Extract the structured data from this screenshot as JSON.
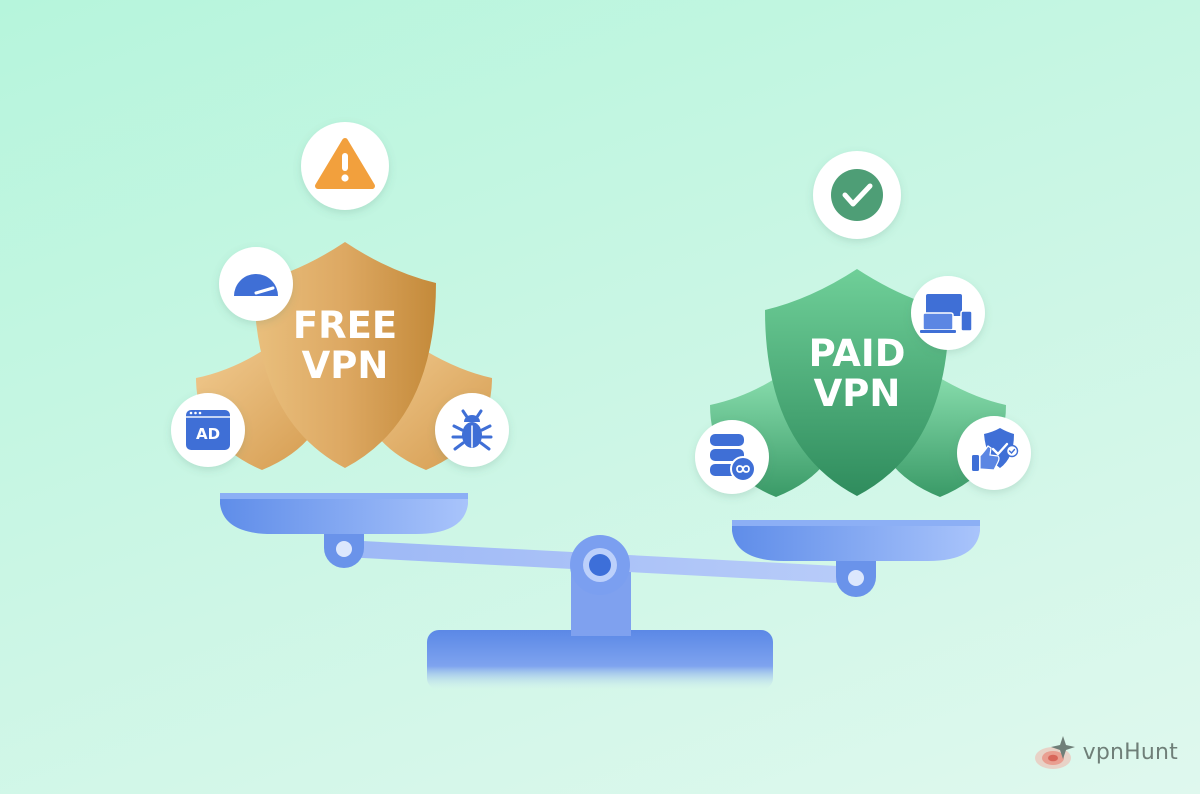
{
  "free_vpn": {
    "line1": "FREE",
    "line2": "VPN",
    "badges": {
      "top": "warning-icon",
      "left_upper": "speedometer-icon",
      "left_lower": "ad-icon",
      "right": "bug-icon"
    },
    "ad_label": "AD"
  },
  "paid_vpn": {
    "line1": "PAID",
    "line2": "VPN",
    "badges": {
      "top": "check-icon",
      "right_upper": "devices-icon",
      "left_lower": "unlimited-data-icon",
      "right_lower": "protection-icon"
    }
  },
  "brand": {
    "name": "vpnHunt"
  },
  "colors": {
    "free_shield": "#d9a863",
    "paid_shield": "#3ea36f",
    "warning": "#f2a03d",
    "check": "#4e9e76",
    "icon_blue": "#3f6fd6",
    "scale_blue": "#5d8be8"
  }
}
